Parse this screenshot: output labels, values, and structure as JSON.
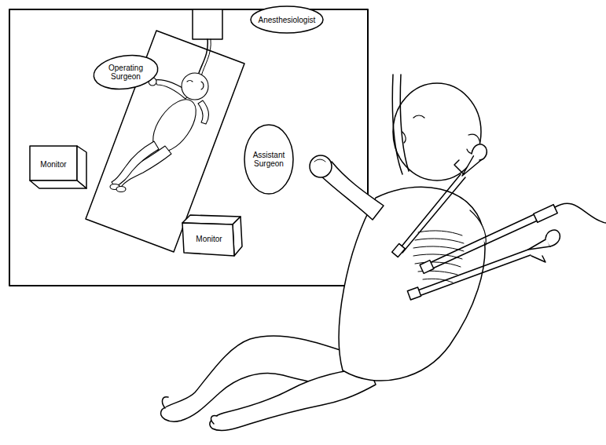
{
  "diagram": {
    "nodes": [
      {
        "text": [
          "Anesthesiologist"
        ]
      },
      {
        "text": [
          "Operating Surgeon"
        ]
      },
      {
        "text": [
          "Assistant Surgeon"
        ]
      },
      {
        "text": [
          "Monitor"
        ]
      },
      {
        "text": [
          "Monitor"
        ]
      }
    ]
  }
}
